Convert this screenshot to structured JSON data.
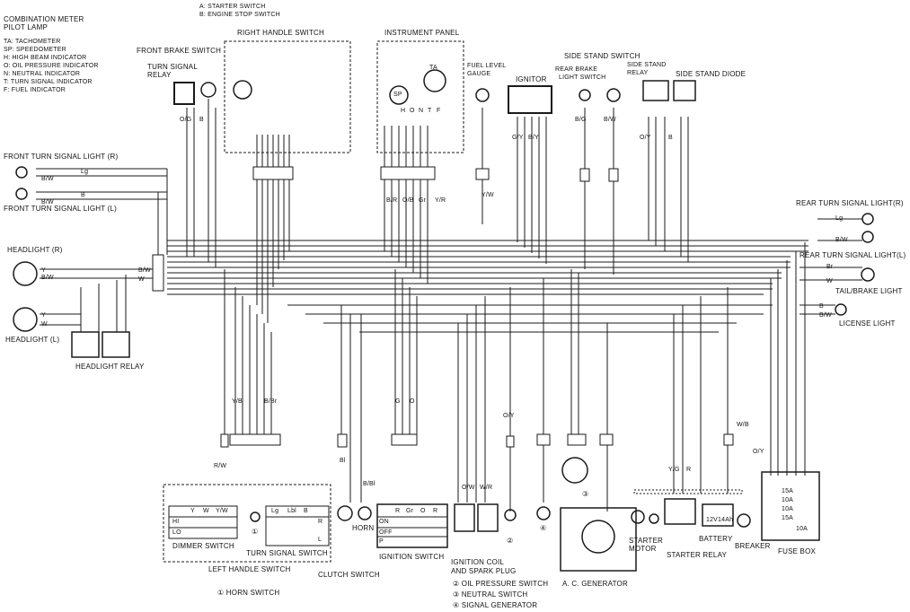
{
  "legend": {
    "title1": "COMBINATION METER",
    "title2": "PILOT LAMP",
    "items": [
      "TA: TACHOMETER",
      "SP: SPEEDOMETER",
      "H: HIGH BEAM INDICATOR",
      "O: OIL PRESSURE INDICATOR",
      "N: NEUTRAL INDICATOR",
      "T: TURN SIGNAL INDICATOR",
      "F: FUEL INDICATOR"
    ],
    "switch_a": "A: STARTER SWITCH",
    "switch_b": "B: ENGINE STOP SWITCH"
  },
  "labels": {
    "right_handle_switch": "RIGHT HANDLE SWITCH",
    "instrument_panel": "INSTRUMENT PANEL",
    "front_brake_switch": "FRONT BRAKE SWITCH",
    "turn_signal_relay_1": "TURN SIGNAL",
    "turn_signal_relay_2": "RELAY",
    "fuel_level_gauge_1": "FUEL LEVEL",
    "fuel_level_gauge_2": "GAUGE",
    "ignitor": "IGNITOR",
    "rear_brake_light_switch_1": "REAR BRAKE",
    "rear_brake_light_switch_2": "LIGHT SWITCH",
    "side_stand_switch": "SIDE STAND SWITCH",
    "side_stand_relay_1": "SIDE STAND",
    "side_stand_relay_2": "RELAY",
    "side_stand_diode": "SIDE STAND DIODE",
    "front_turn_r": "FRONT TURN SIGNAL LIGHT (R)",
    "front_turn_l": "FRONT TURN SIGNAL LIGHT (L)",
    "rear_turn_r": "REAR TURN SIGNAL LIGHT(R)",
    "rear_turn_l": "REAR TURN SIGNAL LIGHT(L)",
    "tail_brake": "TAIL/BRAKE LIGHT",
    "license": "LICENSE LIGHT",
    "headlight_r": "HEADLIGHT (R)",
    "headlight_l": "HEADLIGHT (L)",
    "headlight_relay": "HEADLIGHT RELAY",
    "dimmer_switch": "DIMMER SWITCH",
    "turn_signal_switch": "TURN SIGNAL SWITCH",
    "left_handle_switch": "LEFT HANDLE SWITCH",
    "clutch_switch": "CLUTCH SWITCH",
    "horn": "HORN",
    "ignition_switch": "IGNITION SWITCH",
    "ignition_coil_1": "IGNITION COIL",
    "ignition_coil_2": "AND SPARK PLUG",
    "ac_generator": "A. C. GENERATOR",
    "starter_motor_1": "STARTER",
    "starter_motor_2": "MOTOR",
    "starter_relay": "STARTER RELAY",
    "battery": "BATTERY",
    "breaker": "BREAKER",
    "fuse_box": "FUSE BOX",
    "battery_text": "12V14Ah"
  },
  "footnotes": {
    "n1": "① HORN SWITCH",
    "n2": "② OIL PRESSURE SWITCH",
    "n3": "③ NEUTRAL SWITCH",
    "n4": "④ SIGNAL GENERATOR"
  },
  "dimmer": {
    "rows": [
      "HI",
      "LO"
    ],
    "cols": [
      "Y",
      "W",
      "Y/W"
    ]
  },
  "turn_switch": {
    "cols": [
      "Lg",
      "Lbl",
      "B"
    ],
    "rows": [
      "R",
      "",
      "L"
    ]
  },
  "ign_switch": {
    "cols": [
      "R",
      "Gr",
      "O",
      "R"
    ],
    "rows": [
      "ON",
      "OFF",
      "P"
    ]
  },
  "gauge_tags": [
    "TA",
    "SP"
  ],
  "indicator_tags": [
    "H",
    "O",
    "N",
    "T",
    "F"
  ],
  "fuse_tags": [
    "15A",
    "10A",
    "10A",
    "15A",
    "10A"
  ],
  "circle_marks": [
    "①",
    "②",
    "③",
    "④"
  ],
  "wire_codes": [
    "O/G",
    "B",
    "O/B",
    "B/W",
    "Y/W",
    "W",
    "Lg",
    "B/R",
    "R/W",
    "Y/B",
    "O",
    "G",
    "Gr",
    "Br",
    "Y",
    "B/Y",
    "Bl",
    "B/Bl",
    "G/Y",
    "O/Y",
    "B/G",
    "W/B",
    "Y/G",
    "R",
    "B/Br",
    "Y/R",
    "O/W",
    "W/R"
  ],
  "colors": {
    "ink": "#1a1a1a",
    "paper": "#ffffff"
  }
}
